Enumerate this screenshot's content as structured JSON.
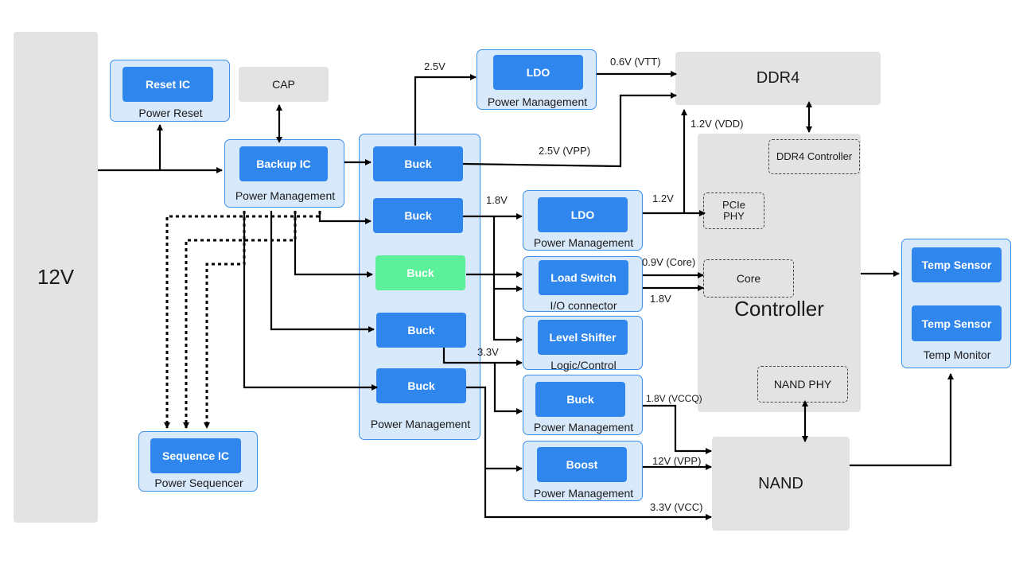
{
  "input_rail": {
    "label": "12V"
  },
  "cap": {
    "label": "CAP"
  },
  "ddr4": {
    "label": "DDR4"
  },
  "nand": {
    "label": "NAND"
  },
  "controller": {
    "label": "Controller",
    "blocks": {
      "ddr4_controller": "DDR4 Controller",
      "pcie_phy": "PCIe\nPHY",
      "core": "Core",
      "nand_phy": "NAND PHY"
    }
  },
  "groups": {
    "reset": {
      "chip": "Reset IC",
      "caption": "Power Reset"
    },
    "backup": {
      "chip": "Backup IC",
      "caption": "Power Management"
    },
    "sequence": {
      "chip": "Sequence IC",
      "caption": "Power Sequencer"
    },
    "buck_stack": {
      "chips": [
        "Buck",
        "Buck",
        "Buck",
        "Buck",
        "Buck"
      ],
      "caption": "Power Management"
    },
    "ldo_top": {
      "chip": "LDO",
      "caption": "Power Management"
    },
    "ldo_mid": {
      "chip": "LDO",
      "caption": "Power Management"
    },
    "load_switch": {
      "chip": "Load Switch",
      "caption": "I/O connector"
    },
    "level_shifter": {
      "chip": "Level Shifter",
      "caption": "Logic/Control"
    },
    "buck_vccq": {
      "chip": "Buck",
      "caption": "Power Management"
    },
    "boost": {
      "chip": "Boost",
      "caption": "Power Management"
    },
    "temp": {
      "chips": [
        "Temp Sensor",
        "Temp Sensor"
      ],
      "caption": "Temp Monitor"
    }
  },
  "rail_labels": {
    "v2_5": "2.5V",
    "v0_6_vtt": "0.6V (VTT)",
    "v2_5_vpp": "2.5V (VPP)",
    "v1_2_vdd": "1.2V (VDD)",
    "v1_8": "1.8V",
    "v1_2": "1.2V",
    "v0_9_core": "0.9V (Core)",
    "v1_8_io": "1.8V",
    "v3_3": "3.3V",
    "v1_8_vccq": "1.8V (VCCQ)",
    "v12_vpp": "12V (VPP)",
    "v3_3_vcc": "3.3V (VCC)"
  },
  "colors": {
    "chip": "#2f87ee",
    "chip_active": "#5cf09a",
    "group_fill": "#d8e9fb",
    "group_border": "#3d8fe8",
    "block_grey": "#e3e3e3"
  }
}
